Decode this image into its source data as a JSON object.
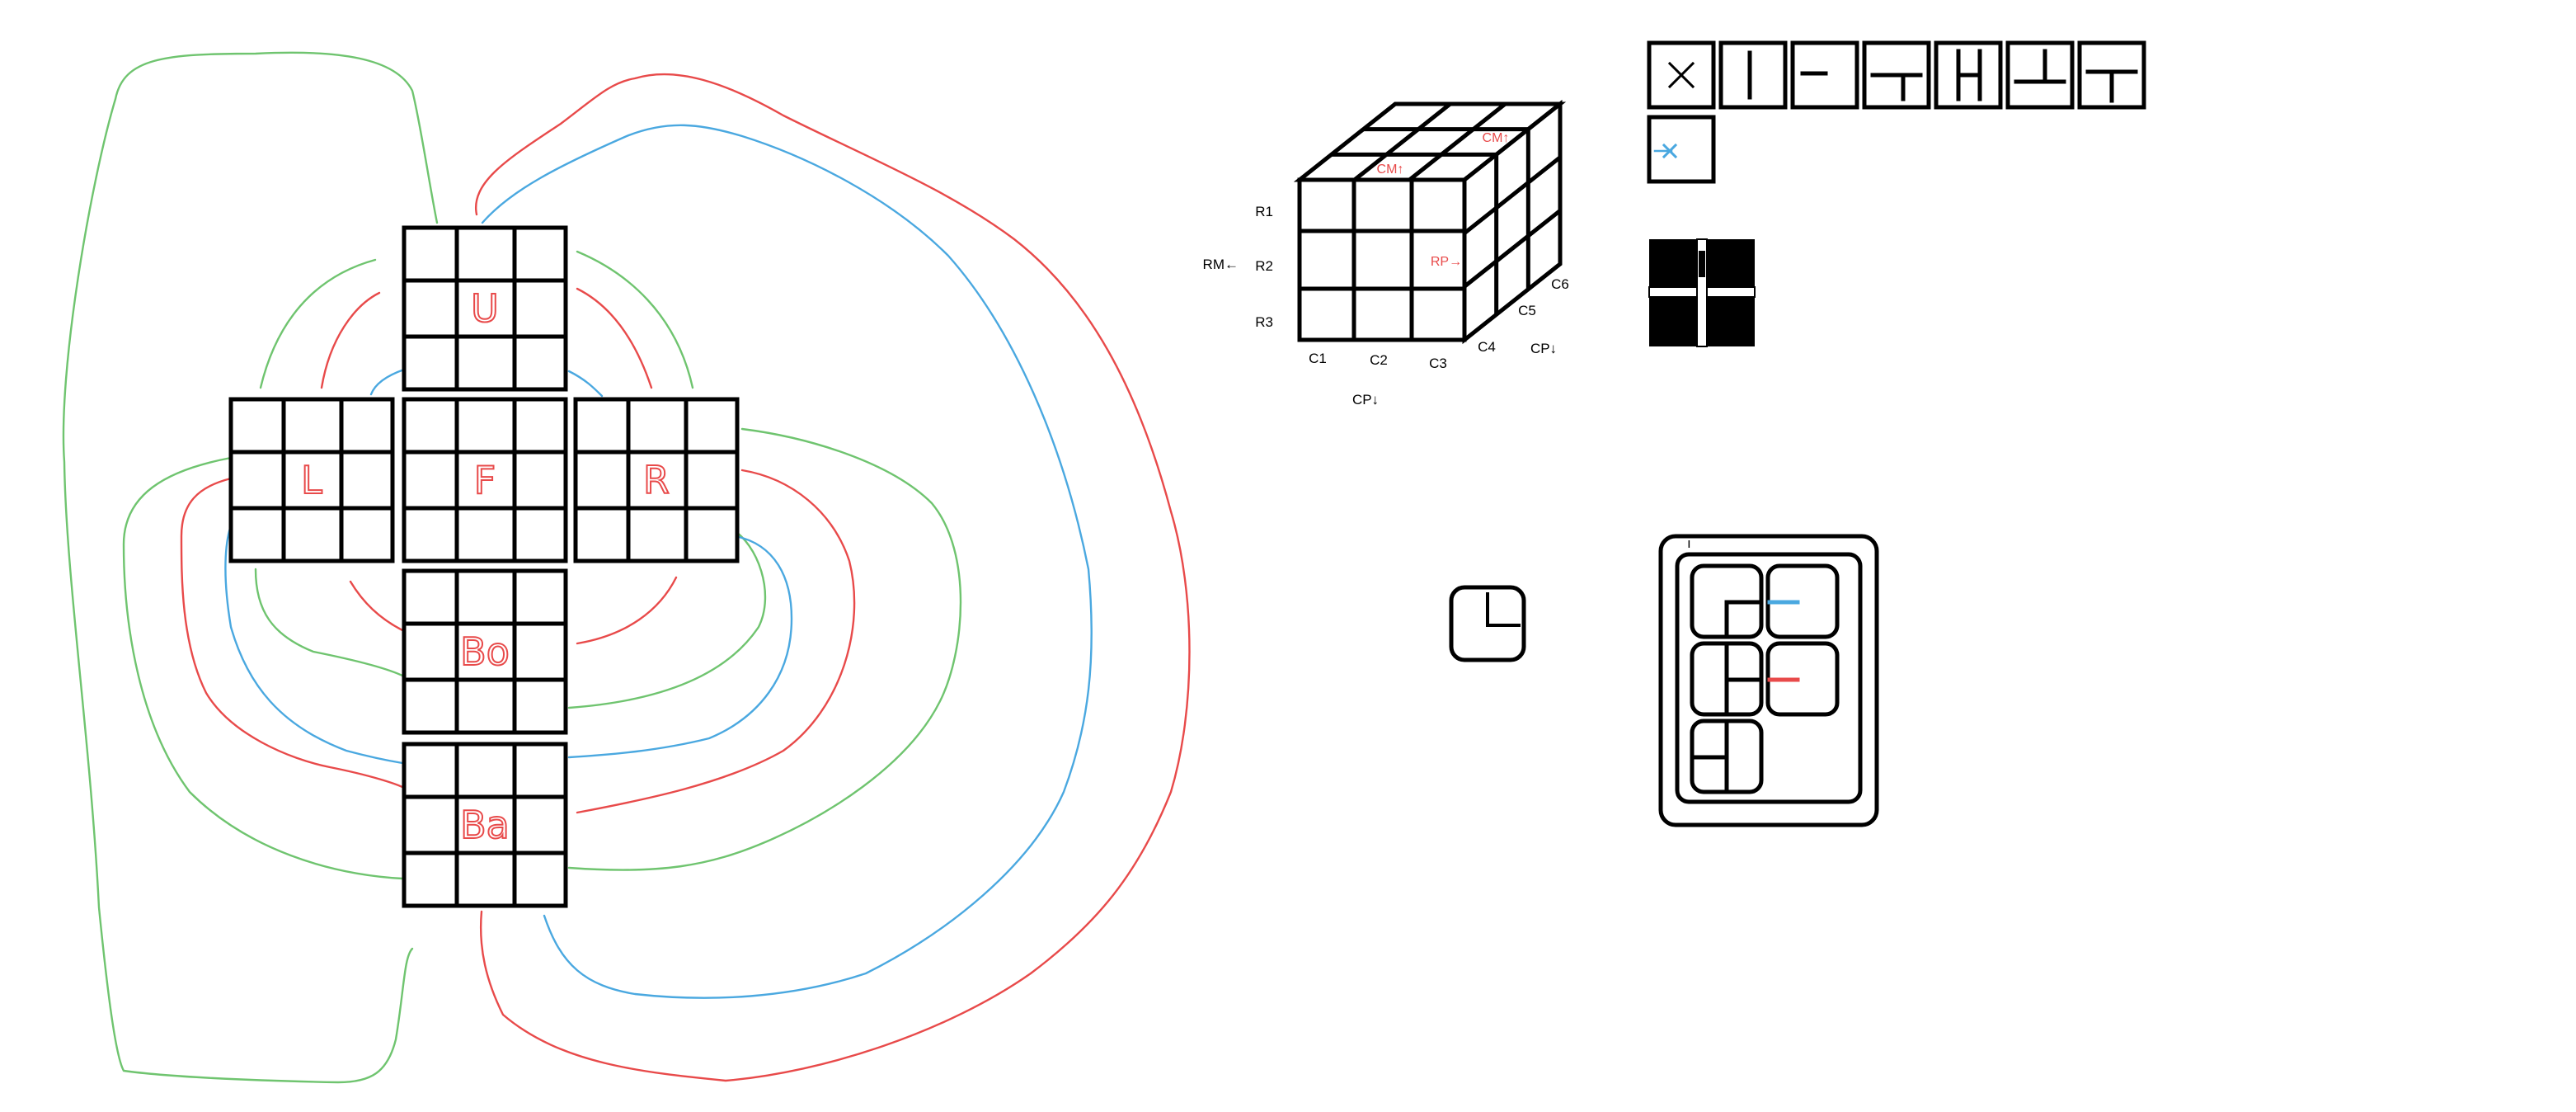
{
  "colors": {
    "stroke": "#000000",
    "letter": "#e84a4a",
    "green": "#6fc46f",
    "red": "#e84a4a",
    "blue": "#4aa8e0"
  },
  "net": {
    "faces": [
      {
        "id": "up",
        "letter": "U"
      },
      {
        "id": "left",
        "letter": "L"
      },
      {
        "id": "front",
        "letter": "F"
      },
      {
        "id": "right",
        "letter": "R"
      },
      {
        "id": "bottom",
        "letter": "Bo"
      },
      {
        "id": "back",
        "letter": "Ba"
      }
    ]
  },
  "cube": {
    "rows": [
      "R1",
      "R2",
      "R3"
    ],
    "row_marker": "RM←",
    "columns": [
      "C1",
      "C2",
      "C3",
      "C4",
      "C5",
      "C6"
    ],
    "col_marker_front": "CP↓",
    "col_marker_side": "CP↓",
    "red_labels": {
      "top_front": "CM↑",
      "top_back": "CM↑",
      "right_face": "RP→"
    }
  },
  "icons": {
    "row1": [
      "x-icon",
      "vertical-bar-icon",
      "dash-icon",
      "t-right-icon",
      "h-icon",
      "t-up-icon",
      "t-down-icon"
    ],
    "row2": [
      "blue-x-arrow-icon"
    ],
    "cross_tile": "plus-gap-tile-icon",
    "corner_tile": "corner-tile-icon",
    "tile_tray": "tile-tray-icon",
    "tray_marker": "ı"
  }
}
